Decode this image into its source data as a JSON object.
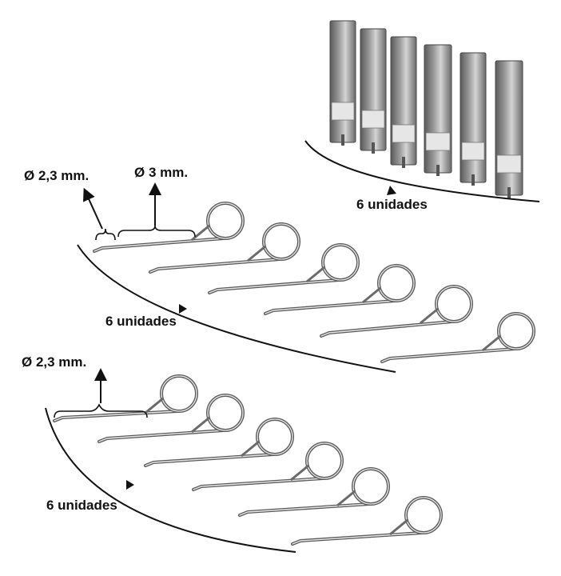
{
  "top_group": {
    "count_label": "6 unidades"
  },
  "middle_group": {
    "count_label": "6 unidades",
    "dim_small": "Ø 2,3 mm.",
    "dim_large": "Ø 3 mm."
  },
  "bottom_group": {
    "count_label": "6 unidades",
    "dim_small": "Ø 2,3 mm."
  },
  "colors": {
    "metal_dark": "#5a5a5a",
    "metal_light": "#d9d9d9",
    "pin": "#8a8a8a",
    "ink": "#111111"
  }
}
